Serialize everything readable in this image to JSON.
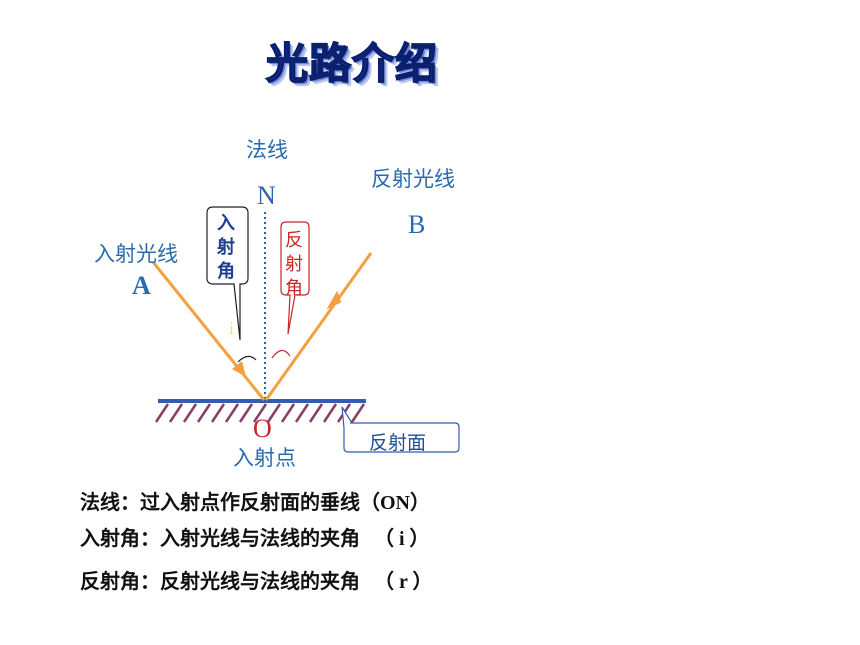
{
  "title": "光路介绍",
  "labels": {
    "normal": "法线",
    "reflected_ray": "反射光线",
    "incident_ray": "入射光线",
    "incidence_point": "入射点",
    "N": "N",
    "A": "A",
    "B": "B",
    "O": "O",
    "i": "i"
  },
  "callouts": {
    "incident_angle": "入射角",
    "reflected_angle": "反射角",
    "surface": "反射面"
  },
  "definitions": [
    {
      "text": "法线：过入射点作反射面的垂线",
      "symbol": "（ON）"
    },
    {
      "text": "入射角：入射光线与法线的夹角",
      "symbol": "（ i ）"
    },
    {
      "text": "反射角：反射光线与法线的夹角",
      "symbol": "（ r ）"
    }
  ],
  "colors": {
    "ray": "#f5a040",
    "surface": "#2f5fae",
    "hatch": "#8a3d6a",
    "normal_line": "#2f5fae",
    "incident_callout": "#1e3f8f",
    "reflected_callout": "#c62828",
    "point_O": "#c62828"
  }
}
